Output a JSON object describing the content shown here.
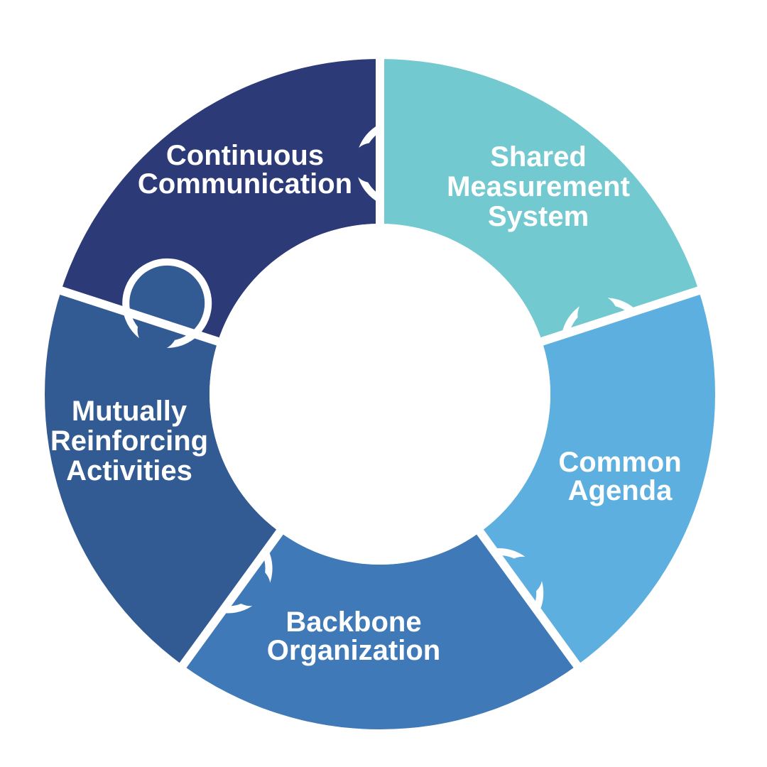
{
  "diagram": {
    "type": "puzzle-ring",
    "segments": [
      {
        "id": "continuous-communication",
        "lines": [
          "Continuous",
          "Communication"
        ],
        "color": "#2c3a78"
      },
      {
        "id": "shared-measurement-system",
        "lines": [
          "Shared",
          "Measurement",
          "System"
        ],
        "color": "#73c9d0"
      },
      {
        "id": "common-agenda",
        "lines": [
          "Common",
          "Agenda"
        ],
        "color": "#5dafe0"
      },
      {
        "id": "backbone-organization",
        "lines": [
          "Backbone",
          "Organization"
        ],
        "color": "#3f79b8"
      },
      {
        "id": "mutually-reinforcing-activities",
        "lines": [
          "Mutually",
          "Reinforcing",
          "Activities"
        ],
        "color": "#325a93"
      }
    ],
    "background": "#ffffff",
    "gap_color": "#ffffff"
  }
}
